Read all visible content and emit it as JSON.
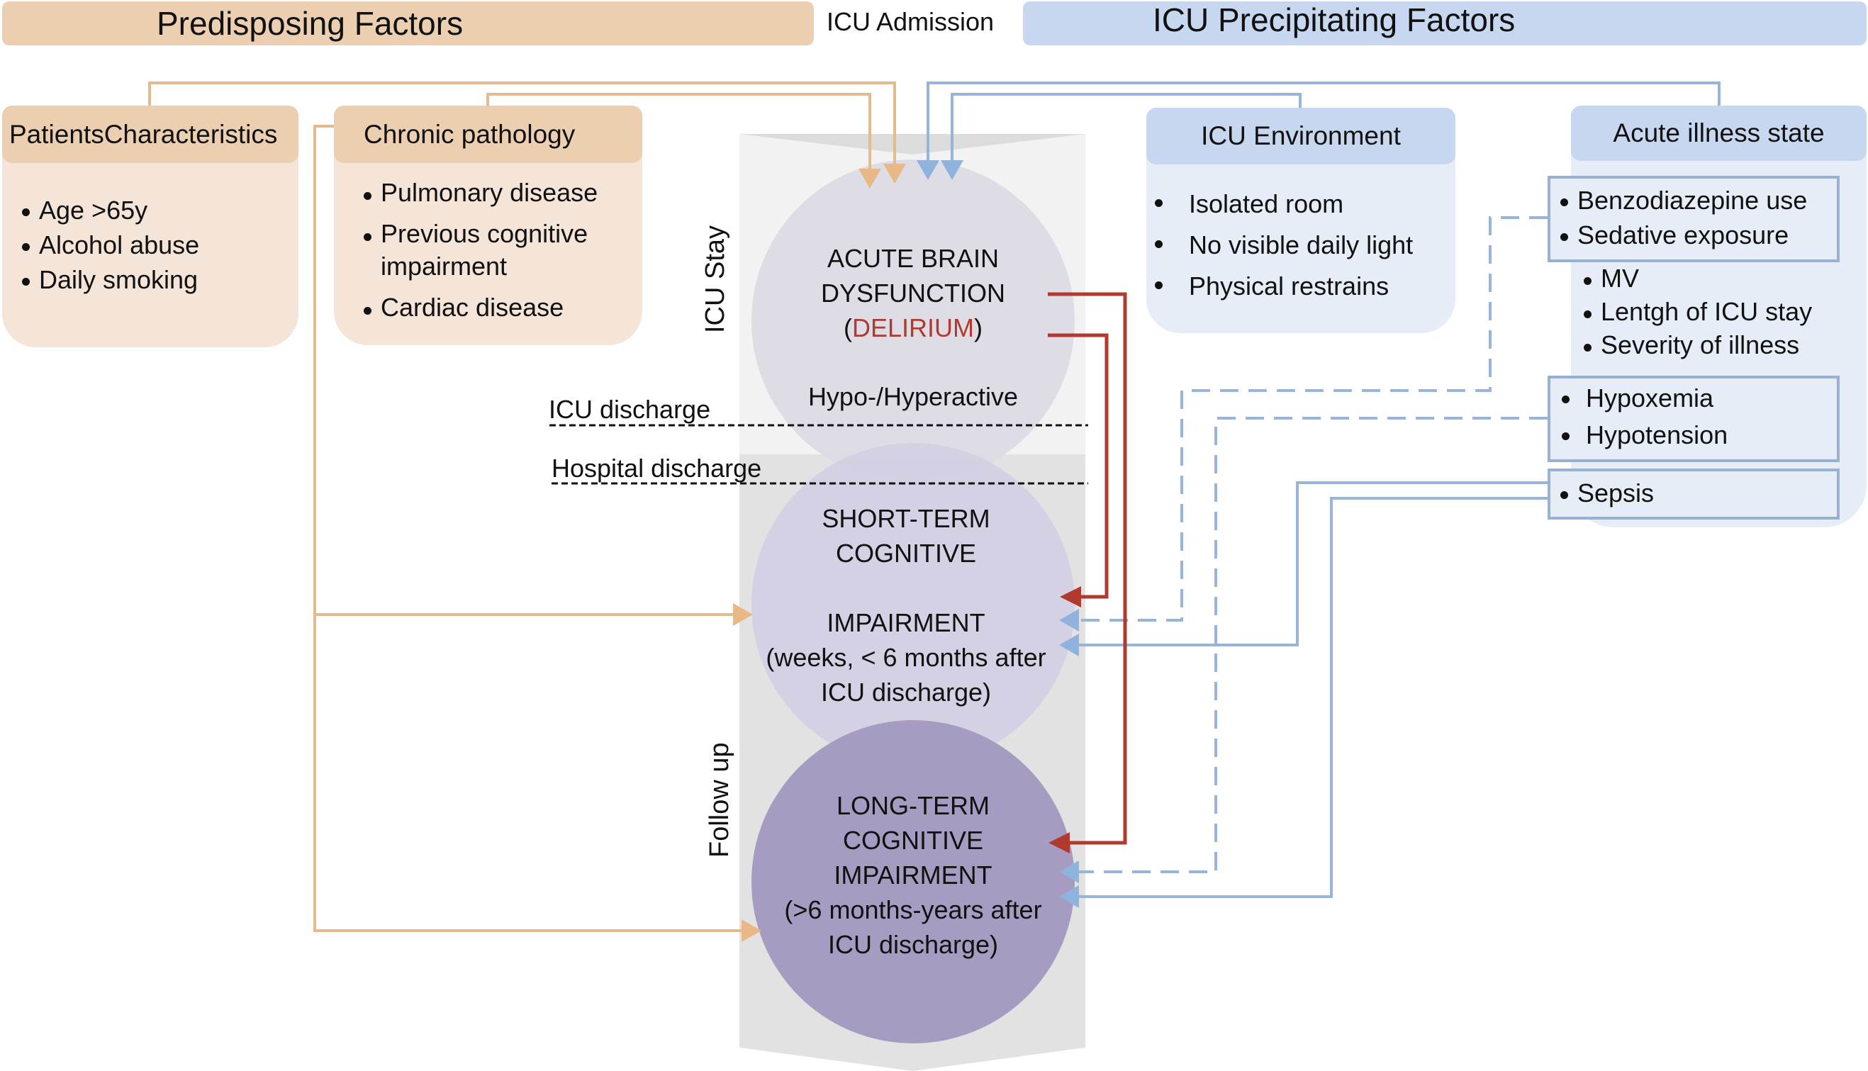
{
  "header": {
    "predisposing_title": "Predisposing Factors",
    "admission_label": "ICU Admission",
    "precipitating_title": "ICU Precipitating Factors"
  },
  "predisposing": {
    "patients": {
      "title": "PatientsCharacteristics",
      "items": [
        "Age >65y",
        "Alcohol abuse",
        "Daily smoking"
      ]
    },
    "chronic": {
      "title": "Chronic pathology",
      "items": [
        "Pulmonary disease",
        "Previous cognitive impairment",
        "Cardiac disease"
      ],
      "item2_line1": "Previous cognitive",
      "item2_line2": "impairment"
    }
  },
  "precipitating": {
    "environment": {
      "title": "ICU Environment",
      "items": [
        "Isolated room",
        "No visible daily light",
        "Physical restrains"
      ]
    },
    "acute_illness": {
      "title": "Acute illness state",
      "sedation_group": [
        "Benzodiazepine use",
        "Sedative exposure"
      ],
      "general_group": [
        "MV",
        "Lentgh of ICU stay",
        "Severity of illness"
      ],
      "hemodynamic_group": [
        "Hypoxemia",
        "Hypotension"
      ],
      "infection_group": [
        "Sepsis"
      ]
    }
  },
  "timeline": {
    "icu_stay_label": "ICU Stay",
    "follow_up_label": "Follow up",
    "icu_discharge_label": "ICU discharge",
    "hospital_discharge_label": "Hospital discharge"
  },
  "outcomes": {
    "acute": {
      "line1": "ACUTE BRAIN",
      "line2": "DYSFUNCTION",
      "paren_open": "(",
      "highlight": "DELIRIUM",
      "paren_close": ")",
      "subtype": "Hypo-/Hyperactive"
    },
    "short_term": {
      "line1": "SHORT-TERM",
      "line2": "COGNITIVE",
      "line3": "IMPAIRMENT",
      "line4": "(weeks, < 6 months after",
      "line5": "ICU discharge)"
    },
    "long_term": {
      "line1": "LONG-TERM",
      "line2": "COGNITIVE",
      "line3": "IMPAIRMENT",
      "line4": "(>6 months-years after",
      "line5": "ICU discharge)"
    }
  },
  "colors": {
    "predisposing_accent": "#e0b687",
    "precipitating_accent": "#8fb0d6",
    "delirium_red": "#b03a2e"
  }
}
